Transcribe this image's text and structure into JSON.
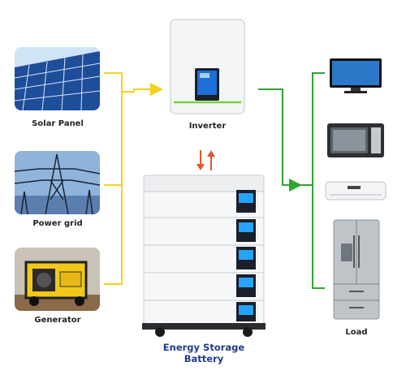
{
  "sources": [
    {
      "label": "Solar Panel",
      "icon": "solar-panel-icon"
    },
    {
      "label": "Power grid",
      "icon": "power-tower-icon"
    },
    {
      "label": "Generator",
      "icon": "generator-icon"
    }
  ],
  "inverter": {
    "label": "Inverter",
    "icon": "inverter-icon"
  },
  "battery": {
    "label": "Energy Storage Battery",
    "icon": "battery-stack-icon"
  },
  "load": {
    "label": "Load",
    "icons": [
      "tv-icon",
      "microwave-icon",
      "air-conditioner-icon",
      "refrigerator-icon"
    ]
  },
  "colors": {
    "source_line": "#f2d21b",
    "load_line": "#2fa52f",
    "arrow_down": "#e5532b",
    "arrow_up": "#e5532b",
    "caption": "#1f3c8c"
  }
}
